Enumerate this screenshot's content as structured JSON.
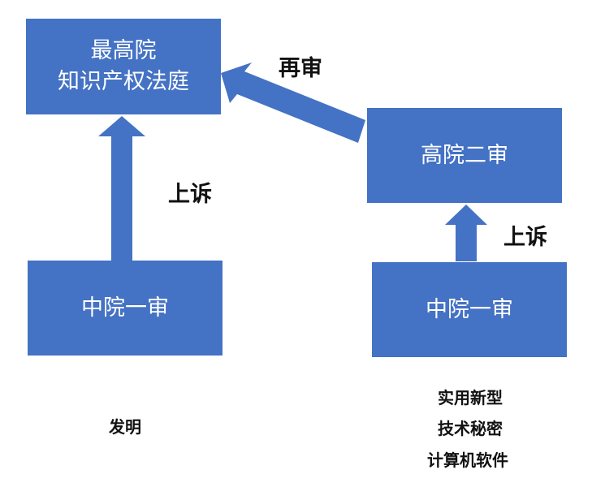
{
  "colors": {
    "box": "#4472C4",
    "arrow": "#4472C4",
    "box_text": "#ffffff",
    "label_text": "#111111"
  },
  "boxes": {
    "supreme_court": {
      "line1": "最高院",
      "line2": "知识产权法庭"
    },
    "high_court_second": {
      "label": "高院二审"
    },
    "intermediate_left": {
      "label": "中院一审"
    },
    "intermediate_right": {
      "label": "中院一审"
    }
  },
  "arrows": {
    "retrial": "再审",
    "appeal_left": "上诉",
    "appeal_right": "上诉"
  },
  "categories": {
    "left": [
      "发明"
    ],
    "right": [
      "实用新型",
      "技术秘密",
      "计算机软件"
    ]
  }
}
